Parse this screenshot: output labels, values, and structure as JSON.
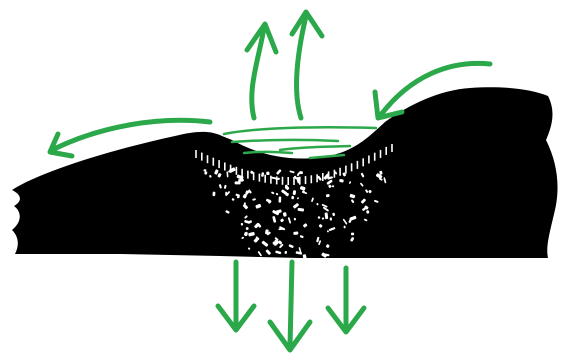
{
  "diagram": {
    "ground_color": "#000000",
    "arrow_color": "#2BA84A",
    "background_color": "#FFFFFF",
    "water_color": "#2BA84A",
    "gravel_color": "#FFFFFF",
    "arrows": [
      {
        "id": "evaporation-left",
        "icon": "upward-arrow"
      },
      {
        "id": "evaporation-right",
        "icon": "upward-arrow"
      },
      {
        "id": "runoff-in",
        "icon": "curved-arrow-into-basin"
      },
      {
        "id": "runoff-out",
        "icon": "curved-arrow-out-left"
      },
      {
        "id": "infiltration-1",
        "icon": "downward-arrow"
      },
      {
        "id": "infiltration-2",
        "icon": "downward-arrow"
      },
      {
        "id": "infiltration-3",
        "icon": "downward-arrow"
      }
    ]
  }
}
